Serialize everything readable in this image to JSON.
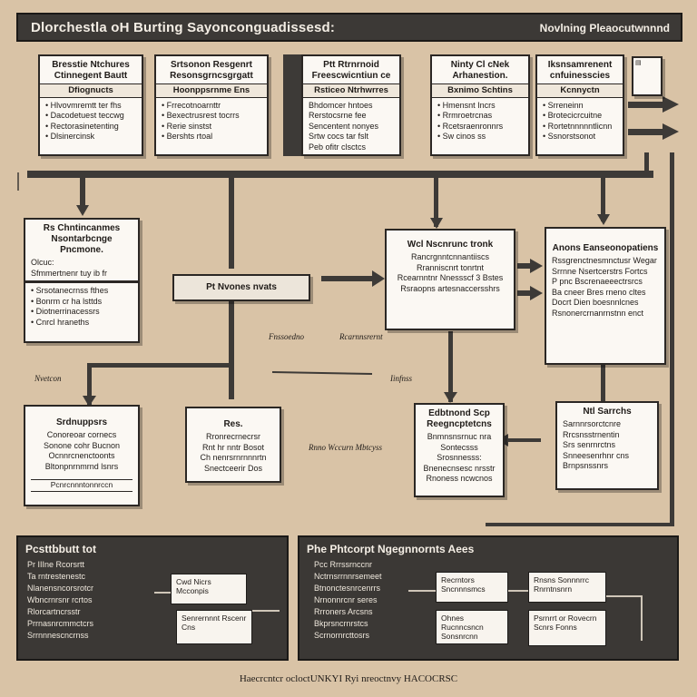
{
  "header": {
    "title": "Dlorchestla oH Burting Sayonconguadissesd:",
    "right": "Novlning Pleaocutwnnnd"
  },
  "top_cards": [
    {
      "title": "Bresstie Ntchures Ctinnegent Bautt",
      "sub": "Dfiognucts",
      "items": [
        "Hlvovmremtt ter fhs",
        "Dacodetuest teccwg",
        "Rectorasinetenting",
        "Dlsinercinsk"
      ]
    },
    {
      "title": "Srtsonon Resgenrt Resonsgrncsgrgatt",
      "sub": "Hoonppsrnme Ens",
      "items": [
        "Frrecotnoarnttr",
        "Bexectrusrest tocrrs",
        "Rerie sinstst",
        "Bershts rtoal"
      ]
    },
    {
      "title": "Ptt Rtrnrnoid Freescwicntiun ce",
      "sub": "Rsticeo Ntrhwrres",
      "items": [
        "Bhdomcer hntoes",
        "Rerstocsrne fee",
        "Sencentent nonyes",
        "Srtw cocs tar fslt",
        "Peb ofitr clsctcs"
      ]
    },
    {
      "title": "Ninty Cl cNek Arhanestion.",
      "sub": "Bxnimo Schtins",
      "items": [
        "Hmensnt Incrs",
        "Rrmroetrcnas",
        "Rcetsraenronnrs",
        "Sw cinos ss"
      ]
    },
    {
      "title": "Iksnsamrenent cnfuinesscies",
      "sub": "Kcnnyctn",
      "items": [
        "Srreneinn",
        "Brotecicrcuitne",
        "Rortetnnnnntlicnn",
        "Ssnorstsonot"
      ]
    }
  ],
  "mid_cards": [
    {
      "title": "Rs Chntincanmes Nsontarbcnge Pncmone.",
      "sub": "",
      "items": [
        "Olcuc:",
        "Sfmmertnenr tuy ib fr",
        "Srsotanecrnss fthes",
        "Bonrm cr ha lsttds",
        "Diotnerrinacessrs",
        "Cnrcl hraneths"
      ]
    },
    {
      "title": "Wcl Nscnrunc tronk",
      "sub": "",
      "items": [
        "Rancrgnntcnnantiiscs",
        "Rranniscnrt tonrtnt",
        "Rcearnntnr Nnessscf 3 Bstes",
        "Rsraopns artesnaccersshrs"
      ]
    },
    {
      "title": "Anons Eanseonopatiens",
      "sub": "",
      "items": [
        "Rssgrenctnesmnctusr Wegar",
        "Srrnne Nsertcerstrs Fortcs",
        "P pnc Bscrenaeeectrsrcs",
        "Ba cneer Bres rneno cltes",
        "Docrt Dien boesnnlcnes",
        "Rsnonercrnanrnstnn enct"
      ]
    }
  ],
  "center_label": "Pt Nvones nvats",
  "lower_cards": [
    {
      "title": "Srdnuppsrs",
      "items": [
        "Conoreoar cornecs",
        "Sonone cohr Bucnon",
        "Ocnnrcnenctoonts",
        "Bltonpnrnmrnd lsnrs"
      ],
      "footer": "Pcnrcnnntonnrccn"
    },
    {
      "title": "Res.",
      "items": [
        "Rronrecrnecrsr",
        "Rnt hr nntr Bosot",
        "Ch nenrsrnrnnnrtn",
        "Snectceerir Dos"
      ]
    },
    {
      "title": "Edbtnond Scp Reegncptetcns",
      "items": [
        "Bnmnsnsrnuc nra",
        "Sontecsss",
        "Srosnnesss:",
        "Bnenecnsesc nrsstr",
        "Rnoness ncwcnos"
      ]
    },
    {
      "title": "Ntl Sarrchs",
      "items": [
        "Sarnnrsorctcnre",
        "Rrcsnsstrnentin",
        "Srs senrnrctns",
        "Snneesenrhnr cns",
        "Brnpsnssnrs"
      ]
    }
  ],
  "float_labels": {
    "l1": "Fnssoedno",
    "l2": "Rcarnnsrernt",
    "l3": "Rnno Wccurn Mbtcyss",
    "l4": "Iinfnss",
    "l5": "Nvetcon"
  },
  "panel_left": {
    "title": "Pcsttbbutt tot",
    "lines": [
      "Pr IIIne Rcorsrtt",
      "Ta rntrestenestc",
      "Nlanensncorsrotcr",
      "Wbncrnrsnr rcrtos",
      "Rlorcartncrsstr",
      "Prrnasnrcmmctcrs",
      "Srrnnnescncrnss"
    ],
    "cards": [
      {
        "title": "Cwd Nicrs Mcconpis",
        "items": []
      },
      {
        "title": "Senrernnnt Rscenr Cns",
        "items": []
      }
    ]
  },
  "panel_right": {
    "title": "Phe Phtcorpt Ngegnnornts Aees",
    "lines": [
      "Pcc Rrrssrnccnr",
      "Nctrnsrrnnrsemeet",
      "Btnonctesnrcenrrs",
      "Nrnonnrcnr seres",
      "Rrroners Arcsns",
      "Bkprsncrnrstcs",
      "Scrnornrcttosrs"
    ],
    "cards": [
      {
        "title": "Recrntors Sncnnnsmcs",
        "items": []
      },
      {
        "title": "Ohnes Rucnncsncn Sonsnrcnn",
        "items": []
      },
      {
        "title": "Rnsns Sonnnrrc Rnrntnsnrn",
        "items": []
      },
      {
        "title": "Psrnrrt or Rovecrn Scnrs Fonns",
        "items": []
      }
    ]
  },
  "footer": "Haecrcntcr ocloctUNKYI  Ryi nreoctnvy  HACOCRSC"
}
